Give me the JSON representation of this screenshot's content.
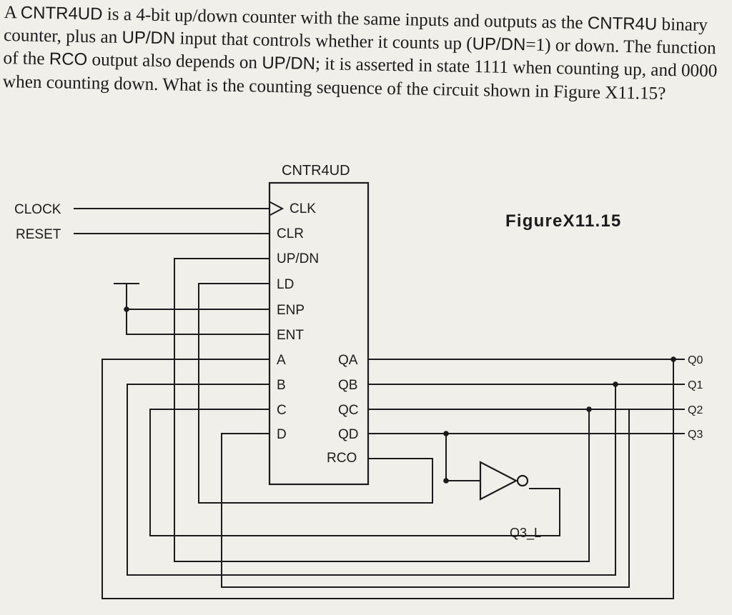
{
  "question": {
    "seg1": "A ",
    "seg2": "CNTR4UD",
    "seg3": " is a 4-bit up/down counter with the same inputs and outputs as the ",
    "seg4": "CNTR4U",
    "seg5": " binary counter, plus an ",
    "seg6": "UP/DN",
    "seg7": " input that controls whether it counts up (",
    "seg8": "UP/DN",
    "seg9": "=1) or down. The function of the ",
    "seg10": "RCO",
    "seg11": " output also depends on ",
    "seg12": "UP/DN",
    "seg13": "; it is asserted in state 1111 when counting up, and 0000 when counting down. What is the counting sequence of the circuit shown in Figure X11.15?"
  },
  "figure": {
    "caption": "FigureX11.15",
    "caption_color": "#3b57a8",
    "chip": {
      "name": "CNTR4UD",
      "left_pins": [
        "CLK",
        "CLR",
        "UP/DN",
        "LD",
        "ENP",
        "ENT",
        "A",
        "B",
        "C",
        "D"
      ],
      "right_pins": [
        "QA",
        "QB",
        "QC",
        "QD",
        "RCO"
      ]
    },
    "inputs": [
      "CLOCK",
      "RESET"
    ],
    "outputs": [
      "Q0",
      "Q1",
      "Q2",
      "Q3"
    ],
    "inverter_output": "Q3_L"
  }
}
